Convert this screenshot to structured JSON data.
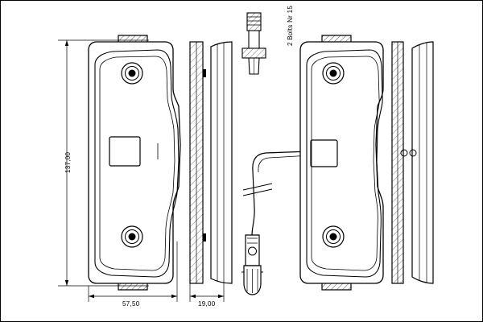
{
  "diagram": {
    "title": "brake-pad-set-technical-drawing",
    "dimensions": {
      "height_label": "137,00",
      "width_label": "57,50",
      "thickness_label": "19,00"
    },
    "notes": {
      "bolt_note": "2 Bolts Nr 15"
    },
    "colors": {
      "line": "#000000",
      "background": "#ffffff",
      "hatch": "#000000"
    }
  }
}
